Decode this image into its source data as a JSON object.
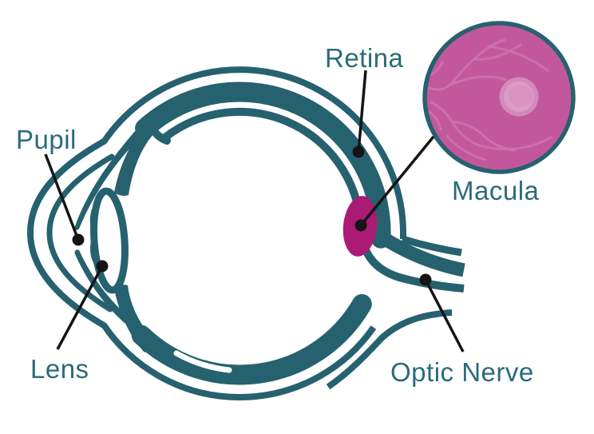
{
  "figure": {
    "type": "anatomical-diagram",
    "subject": "Human eye cross-section with magnified macula inset",
    "labels": {
      "pupil": "Pupil",
      "retina": "Retina",
      "macula": "Macula",
      "lens": "Lens",
      "optic_nerve": "Optic Nerve"
    },
    "colors": {
      "background": "#FFFFFF",
      "outline_teal": "#266170",
      "label_text": "#2B6B7A",
      "macula_spot": "#AB1A74",
      "inset_fill": "#C2589B",
      "inset_border": "#266170",
      "inset_vessels": "#CD74AC",
      "inset_macula_outer": "#D28ABC",
      "inset_macula_mid": "#DC9CC8",
      "inset_macula_inner": "#D993C1",
      "pointer_line": "#151515"
    }
  }
}
